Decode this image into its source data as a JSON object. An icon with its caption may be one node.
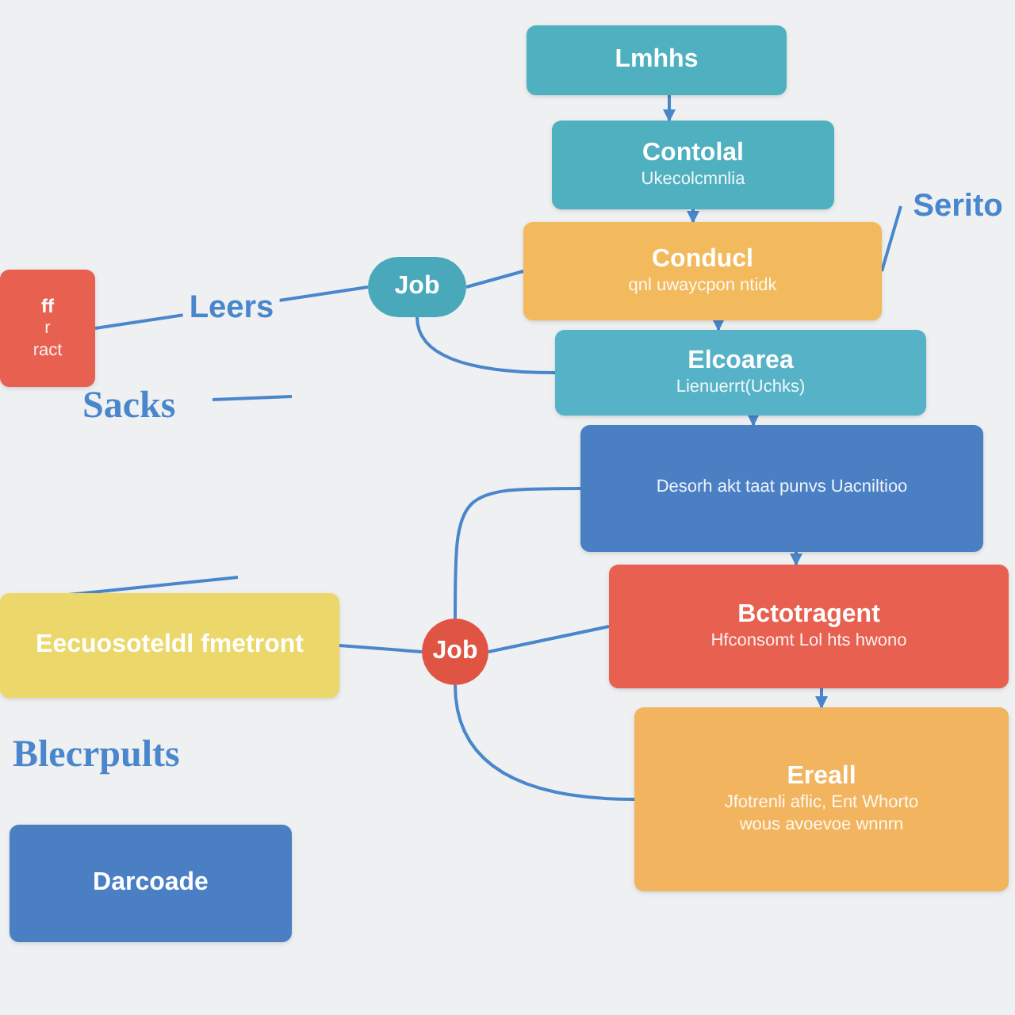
{
  "diagram": {
    "nodes": [
      {
        "text": [
          "Lmhhs"
        ]
      },
      {
        "text": [
          "Contolal",
          "Ukecolcmnlia"
        ]
      },
      {
        "text": [
          "Conducl",
          "qnl uwaycpon ntidk"
        ]
      },
      {
        "text": [
          "Elcoarea",
          "Lienuerrt(Uchks)"
        ]
      },
      {
        "text": [
          "Desorh akt taat punvs Uacniltioo"
        ]
      },
      {
        "text": [
          "Bctotragent",
          "Hfconsomt Lol hts hwono"
        ]
      },
      {
        "text": [
          "Ereall",
          "Jfotrenli aflic, Ent Whorto",
          "wous avoevoe wnnrn"
        ]
      },
      {
        "text": [
          "ff",
          "r",
          "ract"
        ]
      },
      {
        "text": [
          "Job"
        ]
      },
      {
        "text": [
          "Job"
        ]
      },
      {
        "text": [
          "Eecuosoteldl fmetront"
        ]
      },
      {
        "text": [
          "Darcoade"
        ]
      },
      {
        "text": [
          "Serito"
        ]
      }
    ],
    "edges": [
      {
        "from": 0,
        "to": 1,
        "arrow": "to"
      },
      {
        "from": 1,
        "to": 2,
        "arrow": "to"
      },
      {
        "from": 2,
        "to": 3,
        "arrow": "to"
      },
      {
        "from": 3,
        "to": 4,
        "arrow": "to"
      },
      {
        "from": 4,
        "to": 5,
        "arrow": "to"
      },
      {
        "from": 5,
        "to": 6,
        "arrow": "to"
      },
      {
        "from": 7,
        "to": 8,
        "arrow": "none",
        "label": "Leers"
      },
      {
        "from": 8,
        "to": 2,
        "arrow": "none"
      },
      {
        "from": 8,
        "to": 3,
        "arrow": "none"
      },
      {
        "from": 10,
        "to": 9,
        "arrow": "none"
      },
      {
        "from": 9,
        "to": 4,
        "arrow": "none"
      },
      {
        "from": 9,
        "to": 5,
        "arrow": "none"
      },
      {
        "from": 9,
        "to": 6,
        "arrow": "none"
      },
      {
        "from": 12,
        "to": 2,
        "arrow": "none"
      }
    ],
    "labels": [
      "Sacks",
      "Blecrpults"
    ]
  }
}
